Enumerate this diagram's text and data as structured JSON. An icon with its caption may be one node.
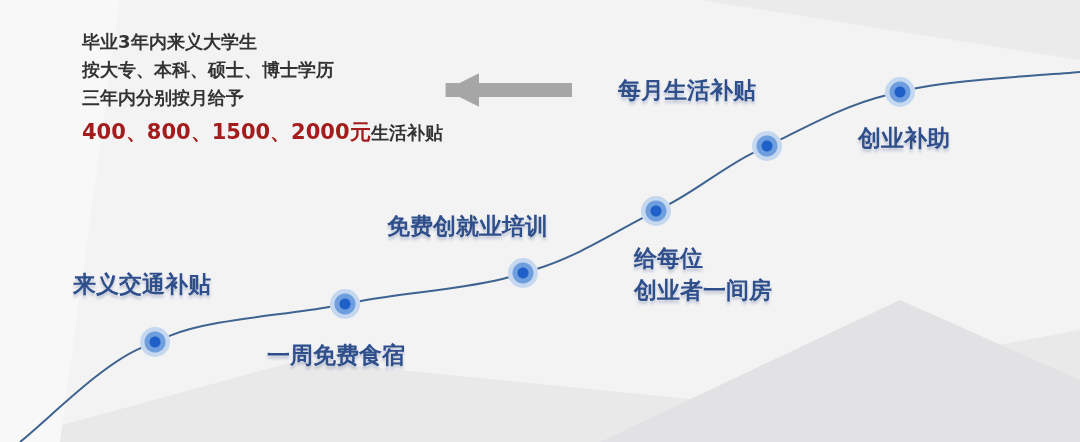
{
  "diagram": {
    "nodes": [
      {
        "text": [
          "毕业3年内来义大学生",
          "按大专、本科、硕士、博士学历",
          "三年内分别按月给予",
          "400、800、1500、2000元",
          "生活补贴"
        ]
      },
      {
        "text": [],
        "shape": "circle",
        "beside": [
          "来义交通补贴"
        ]
      },
      {
        "text": [],
        "shape": "circle",
        "beside": [
          "一周免费食宿"
        ]
      },
      {
        "text": [],
        "shape": "circle",
        "beside": [
          "免费创就业培训"
        ]
      },
      {
        "text": [],
        "shape": "circle",
        "beside": [
          "给每位",
          "创业者一间房"
        ]
      },
      {
        "text": [],
        "shape": "circle",
        "beside": [
          "每月生活补贴"
        ]
      },
      {
        "text": [],
        "shape": "circle",
        "beside": [
          "创业补助"
        ]
      }
    ],
    "edges": [
      {
        "from": null,
        "to": 1,
        "arrow": "none"
      },
      {
        "from": 1,
        "to": 2,
        "arrow": "none"
      },
      {
        "from": 2,
        "to": 3,
        "arrow": "none"
      },
      {
        "from": 3,
        "to": 4,
        "arrow": "none"
      },
      {
        "from": 4,
        "to": 5,
        "arrow": "none"
      },
      {
        "from": 5,
        "to": 6,
        "arrow": "none"
      },
      {
        "from": 6,
        "to": null,
        "arrow": "none"
      },
      {
        "from": null,
        "to": 0,
        "arrow": "to",
        "style": "thick",
        "color": "#a6a6a6"
      }
    ]
  }
}
